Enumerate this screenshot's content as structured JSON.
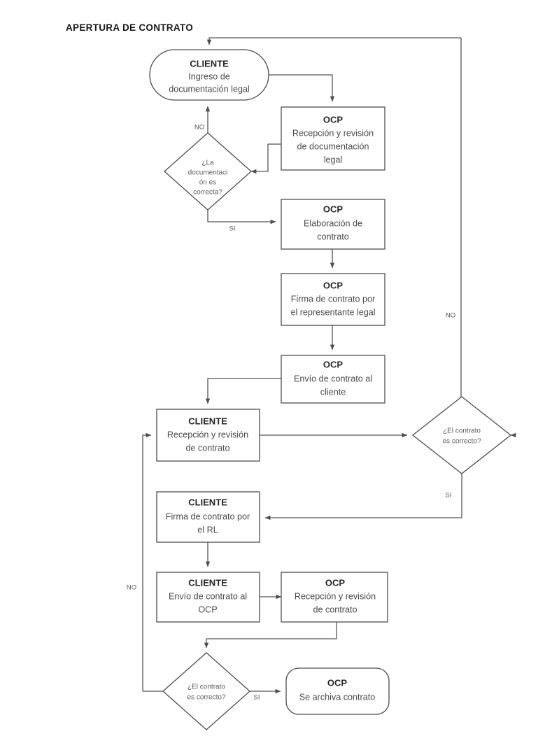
{
  "diagram": {
    "title": "APERTURA DE CONTRATO",
    "stroke_color": "#555555",
    "text_color": "#4a4a4a",
    "role_color": "#262626",
    "background": "#ffffff"
  },
  "nodes": [
    {
      "id": "cliente-ingreso",
      "shape": "stadium",
      "role": "CLIENTE",
      "lines": [
        "Ingreso de",
        "documentación legal"
      ]
    },
    {
      "id": "ocp-recepcion-doc",
      "shape": "rect",
      "role": "OCP",
      "lines": [
        "Recepción y revisión",
        "de documentación",
        "legal"
      ]
    },
    {
      "id": "decision-documentacion",
      "shape": "diamond",
      "role": "",
      "lines": [
        "¿La",
        "documentaci",
        "ón es",
        "correcta?"
      ]
    },
    {
      "id": "ocp-elaboracion",
      "shape": "rect",
      "role": "OCP",
      "lines": [
        "Elaboración de",
        "contrato"
      ]
    },
    {
      "id": "ocp-firma",
      "shape": "rect",
      "role": "OCP",
      "lines": [
        "Firma de contrato por",
        "el representante legal"
      ]
    },
    {
      "id": "ocp-envio",
      "shape": "rect",
      "role": "OCP",
      "lines": [
        "Envío de contrato al",
        "cliente"
      ]
    },
    {
      "id": "cliente-recepcion",
      "shape": "rect",
      "role": "CLIENTE",
      "lines": [
        "Recepción y revisión",
        "de contrato"
      ]
    },
    {
      "id": "decision-contrato-1",
      "shape": "diamond",
      "role": "",
      "lines": [
        "¿El contrato",
        "es correcto?"
      ]
    },
    {
      "id": "cliente-firma",
      "shape": "rect",
      "role": "CLIENTE",
      "lines": [
        "Firma de contrato por",
        "el RL"
      ]
    },
    {
      "id": "cliente-envio",
      "shape": "rect",
      "role": "CLIENTE",
      "lines": [
        "Envío de contrato al",
        "OCP"
      ]
    },
    {
      "id": "ocp-recepcion-contrato",
      "shape": "rect",
      "role": "OCP",
      "lines": [
        "Recepción y revisión",
        "de contrato"
      ]
    },
    {
      "id": "decision-contrato-2",
      "shape": "diamond",
      "role": "",
      "lines": [
        "¿El contrato",
        "es correcto?"
      ]
    },
    {
      "id": "ocp-archiva",
      "shape": "stadium",
      "role": "OCP",
      "lines": [
        "Se archiva contrato"
      ]
    }
  ],
  "edge_labels": {
    "no_documentacion": "NO",
    "si_documentacion": "SI",
    "no_contrato_1": "NO",
    "si_contrato_1": "SI",
    "no_contrato_2": "NO",
    "si_contrato_2": "SI"
  }
}
